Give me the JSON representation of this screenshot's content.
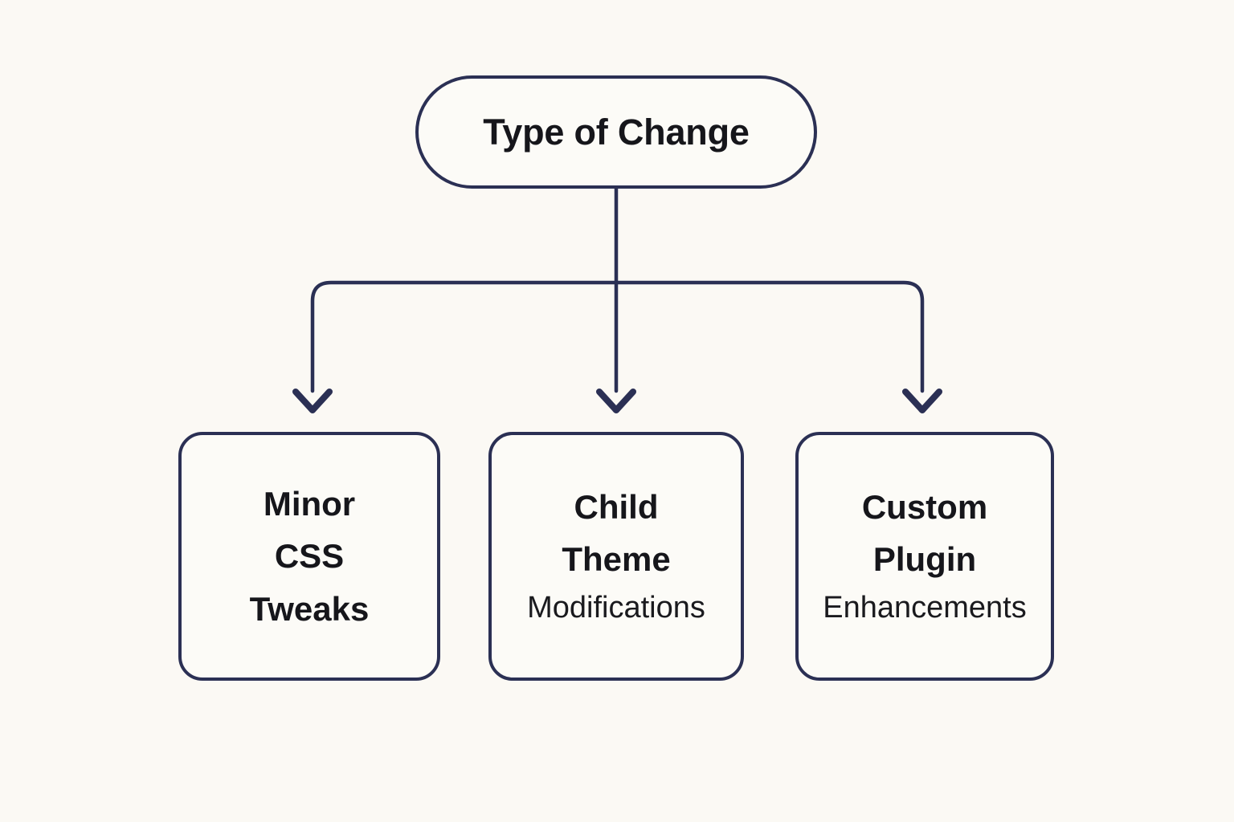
{
  "diagram": {
    "title": "Type of Change",
    "type": "flowchart",
    "orientation": "top-down",
    "background_color": "#fbf9f4",
    "stroke_color": "#2b3054",
    "node_fill_color": "#fcfbf7",
    "text_color": "#16161b",
    "root": {
      "id": "type-of-change",
      "label": "Type of Change",
      "shape": "stadium"
    },
    "children": [
      {
        "id": "minor-css-tweaks",
        "shape": "rounded-rectangle",
        "lines": [
          "Minor",
          "CSS",
          "Tweaks"
        ],
        "emphasis": [
          "bold",
          "bold",
          "bold"
        ]
      },
      {
        "id": "child-theme-modifications",
        "shape": "rounded-rectangle",
        "lines": [
          "Child",
          "Theme",
          "Modifications"
        ],
        "emphasis": [
          "bold",
          "bold",
          "regular"
        ]
      },
      {
        "id": "custom-plugin-enhancements",
        "shape": "rounded-rectangle",
        "lines": [
          "Custom",
          "Plugin",
          "Enhancements"
        ],
        "emphasis": [
          "bold",
          "bold",
          "regular"
        ]
      }
    ],
    "edges": [
      {
        "from": "type-of-change",
        "to": "minor-css-tweaks",
        "style": "orthogonal-arrow"
      },
      {
        "from": "type-of-change",
        "to": "child-theme-modifications",
        "style": "orthogonal-arrow"
      },
      {
        "from": "type-of-change",
        "to": "custom-plugin-enhancements",
        "style": "orthogonal-arrow"
      }
    ]
  }
}
